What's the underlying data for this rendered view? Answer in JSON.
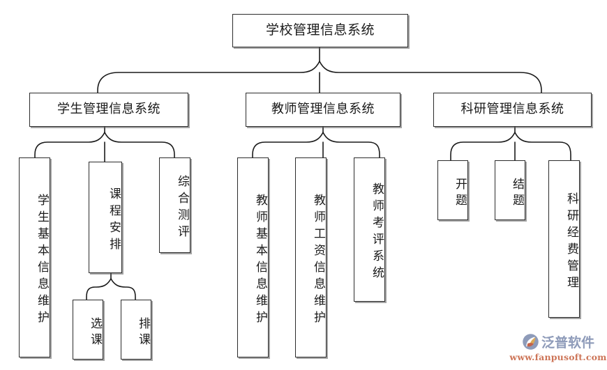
{
  "diagram": {
    "title": "学校管理信息系统",
    "type": "org-chart",
    "background": "#ffffff",
    "line_color": "#1a1a1a",
    "box_border_color": "#2b2b2b"
  },
  "nodes": {
    "root": {
      "label": "学校管理信息系统"
    },
    "level2": [
      {
        "id": "student-sys",
        "label": "学生管理信息系统"
      },
      {
        "id": "teacher-sys",
        "label": "教师管理信息系统"
      },
      {
        "id": "research-sys",
        "label": "科研管理信息系统"
      }
    ],
    "student_children": [
      {
        "id": "student-basic-info",
        "label": "学生基本信息维护"
      },
      {
        "id": "course-arrangement",
        "label": "课程安排"
      },
      {
        "id": "comprehensive-evaluation",
        "label": "综合测评"
      }
    ],
    "course_children": [
      {
        "id": "course-selection",
        "label": "选课"
      },
      {
        "id": "course-scheduling",
        "label": "排课"
      }
    ],
    "teacher_children": [
      {
        "id": "teacher-basic-info",
        "label": "教师基本信息维护"
      },
      {
        "id": "teacher-salary-info",
        "label": "教师工资信息维护"
      },
      {
        "id": "teacher-assessment",
        "label": "教师考评系统"
      }
    ],
    "research_children": [
      {
        "id": "project-opening",
        "label": "开题"
      },
      {
        "id": "project-closing",
        "label": "结题"
      },
      {
        "id": "research-funding",
        "label": "科研经费管理"
      }
    ]
  },
  "watermark": {
    "brand": "泛普软件",
    "url": "www.fanpusoft.com",
    "brand_color": "#8593b4",
    "url_color": "#c96a4a"
  }
}
